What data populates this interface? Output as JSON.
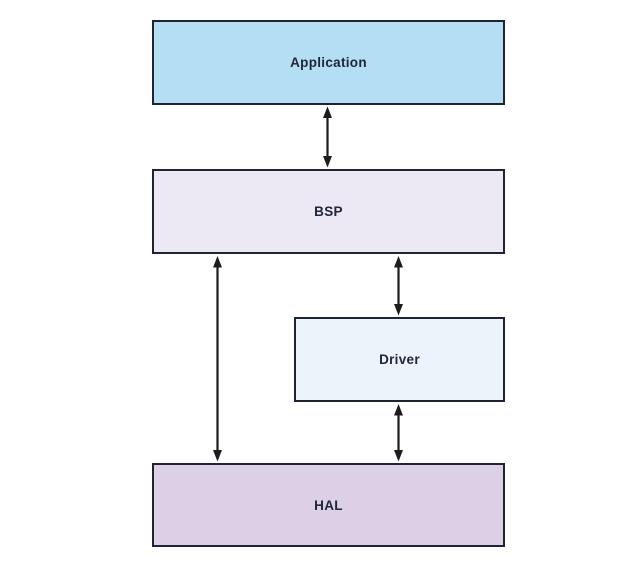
{
  "diagram": {
    "type": "block-diagram",
    "colors": {
      "background": "#ffffff",
      "border": "#1e2433",
      "arrow": "#1c1c1c",
      "text": "#20263b"
    },
    "blocks": [
      {
        "id": "application",
        "label": "Application",
        "fill": "#b4def4"
      },
      {
        "id": "bsp",
        "label": "BSP",
        "fill": "#ede9f4"
      },
      {
        "id": "driver",
        "label": "Driver",
        "fill": "#ecf3fb"
      },
      {
        "id": "hal",
        "label": "HAL",
        "fill": "#dbd0e6"
      }
    ],
    "connections": [
      {
        "from": "Application",
        "to": "BSP",
        "style": "bidirectional-arrow"
      },
      {
        "from": "BSP",
        "to": "Driver",
        "style": "bidirectional-arrow"
      },
      {
        "from": "BSP",
        "to": "HAL",
        "style": "bidirectional-arrow"
      },
      {
        "from": "Driver",
        "to": "HAL",
        "style": "bidirectional-arrow"
      }
    ]
  }
}
